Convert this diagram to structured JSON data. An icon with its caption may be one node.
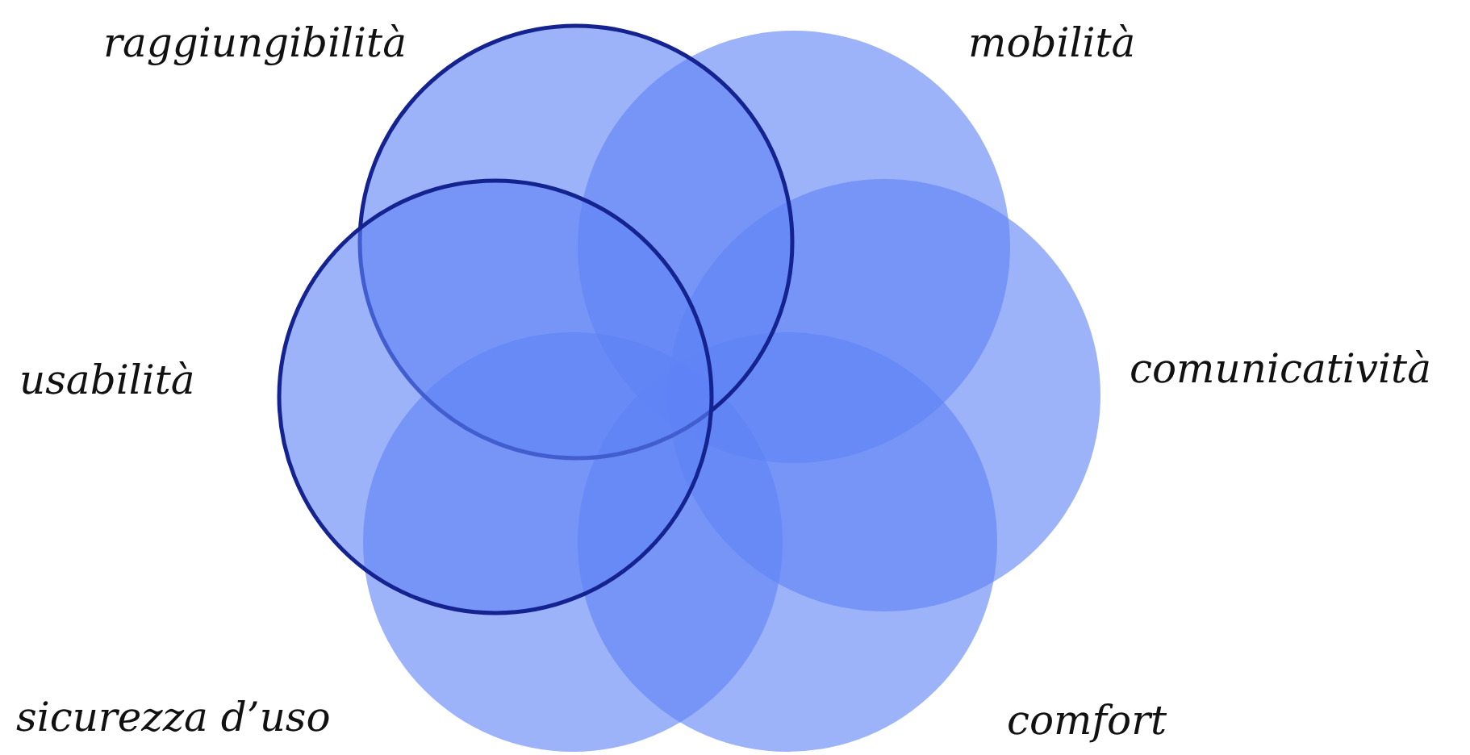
{
  "diagram": {
    "nodes": [
      {
        "text": [
          "raggiungibilità"
        ]
      },
      {
        "text": [
          "mobilità"
        ]
      },
      {
        "text": [
          "usabilità"
        ]
      },
      {
        "text": [
          "comunicatività"
        ]
      },
      {
        "text": [
          "sicurezza d’uso"
        ]
      },
      {
        "text": [
          "comfort"
        ]
      }
    ]
  }
}
